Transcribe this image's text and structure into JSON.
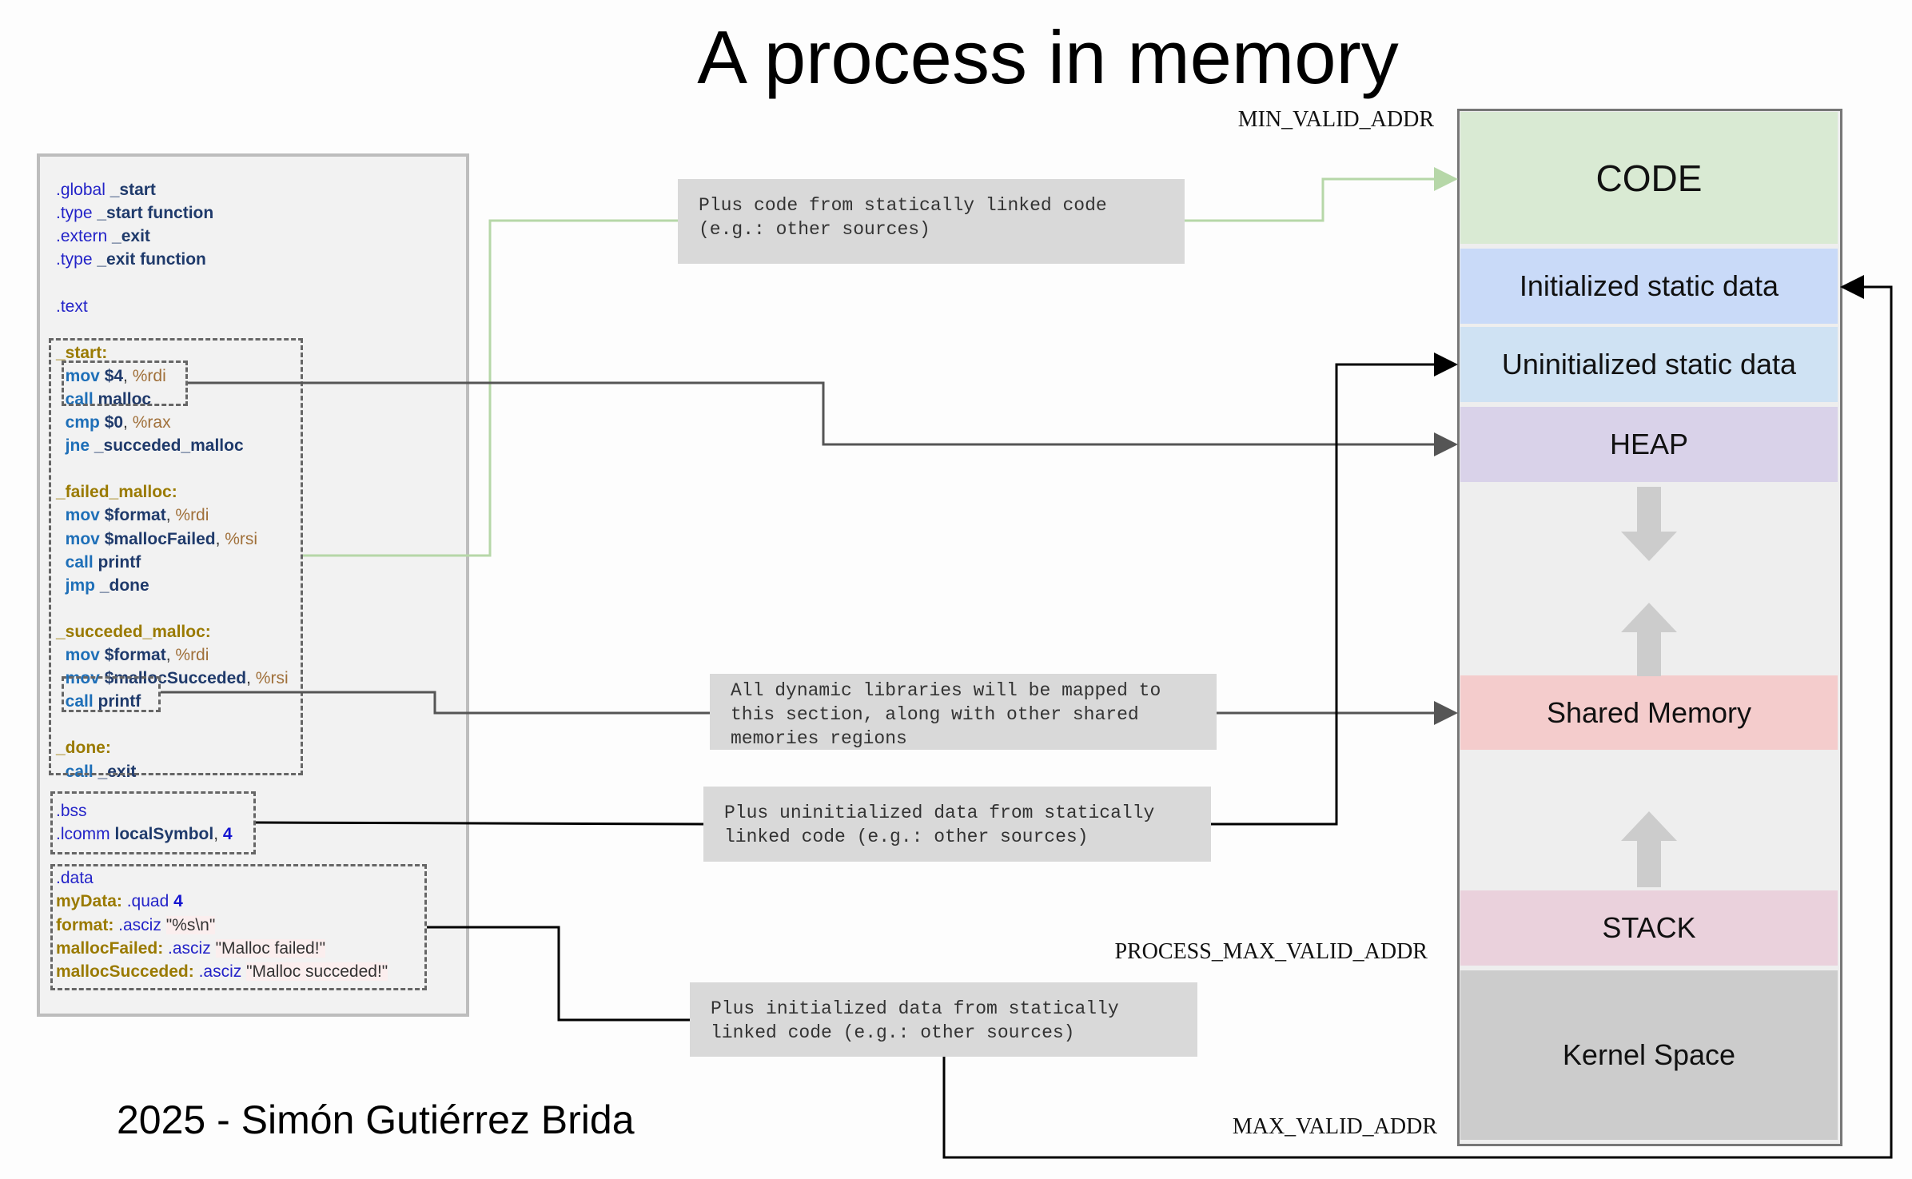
{
  "title": "A process in memory",
  "footer": "2025 - Simón Gutiérrez Brida",
  "code": [
    [
      [
        "dir",
        ".global "
      ],
      [
        "sym",
        "_start"
      ]
    ],
    [
      [
        "dir",
        ".type "
      ],
      [
        "sym",
        "_start function"
      ]
    ],
    [
      [
        "dir",
        ".extern "
      ],
      [
        "sym",
        "_exit"
      ]
    ],
    [
      [
        "dir",
        ".type "
      ],
      [
        "sym",
        "_exit function"
      ]
    ],
    [
      [
        "dir",
        ".text"
      ]
    ],
    [
      [
        "lbl",
        "_start:"
      ]
    ],
    [
      [
        "plain",
        "  "
      ],
      [
        "ins",
        "mov "
      ],
      [
        "sym",
        "$4"
      ],
      [
        "plain",
        ", "
      ],
      [
        "reg",
        "%rdi"
      ]
    ],
    [
      [
        "plain",
        "  "
      ],
      [
        "ins",
        "call "
      ],
      [
        "sym",
        "malloc"
      ]
    ],
    [
      [
        "plain",
        "  "
      ],
      [
        "ins",
        "cmp "
      ],
      [
        "sym",
        "$0"
      ],
      [
        "plain",
        ", "
      ],
      [
        "reg",
        "%rax"
      ]
    ],
    [
      [
        "plain",
        "  "
      ],
      [
        "ins",
        "jne "
      ],
      [
        "sym",
        "_succeded_malloc"
      ]
    ],
    [
      [
        "lbl",
        "_failed_malloc:"
      ]
    ],
    [
      [
        "plain",
        "  "
      ],
      [
        "ins",
        "mov "
      ],
      [
        "sym",
        "$format"
      ],
      [
        "plain",
        ", "
      ],
      [
        "reg",
        "%rdi"
      ]
    ],
    [
      [
        "plain",
        "  "
      ],
      [
        "ins",
        "mov "
      ],
      [
        "sym",
        "$mallocFailed"
      ],
      [
        "plain",
        ", "
      ],
      [
        "reg",
        "%rsi"
      ]
    ],
    [
      [
        "plain",
        "  "
      ],
      [
        "ins",
        "call "
      ],
      [
        "sym",
        "printf"
      ]
    ],
    [
      [
        "plain",
        "  "
      ],
      [
        "ins",
        "jmp "
      ],
      [
        "sym",
        "_done"
      ]
    ],
    [
      [
        "lbl",
        "_succeded_malloc:"
      ]
    ],
    [
      [
        "plain",
        "  "
      ],
      [
        "ins",
        "mov "
      ],
      [
        "sym",
        "$format"
      ],
      [
        "plain",
        ", "
      ],
      [
        "reg",
        "%rdi"
      ]
    ],
    [
      [
        "plain",
        "  "
      ],
      [
        "ins",
        "mov "
      ],
      [
        "sym",
        "$mallocSucceded"
      ],
      [
        "plain",
        ", "
      ],
      [
        "reg",
        "%rsi"
      ]
    ],
    [
      [
        "plain",
        "  "
      ],
      [
        "ins",
        "call "
      ],
      [
        "sym",
        "printf"
      ]
    ],
    [
      [
        "lbl",
        "_done:"
      ]
    ],
    [
      [
        "plain",
        "  "
      ],
      [
        "ins",
        "call "
      ],
      [
        "sym",
        "_exit"
      ]
    ],
    [
      [
        "dir",
        ".bss"
      ]
    ],
    [
      [
        "dir",
        ".lcomm "
      ],
      [
        "sym",
        "localSymbol"
      ],
      [
        "plain",
        ", "
      ],
      [
        "num",
        "4"
      ]
    ],
    [
      [
        "dir",
        ".data"
      ]
    ],
    [
      [
        "lbl",
        "myData: "
      ],
      [
        "dir",
        ".quad "
      ],
      [
        "num",
        "4"
      ]
    ],
    [
      [
        "lbl",
        "format: "
      ],
      [
        "dir",
        ".asciz "
      ],
      [
        "str",
        "\"%s\\n\""
      ]
    ],
    [
      [
        "lbl",
        "mallocFailed: "
      ],
      [
        "dir",
        ".asciz "
      ],
      [
        "str",
        "\"Malloc failed!\""
      ]
    ],
    [
      [
        "lbl",
        "mallocSucceded: "
      ],
      [
        "dir",
        ".asciz "
      ],
      [
        "str",
        "\"Malloc succeded!\""
      ]
    ]
  ],
  "memory": {
    "segments": [
      {
        "label": "CODE",
        "color": "#d9ead3"
      },
      {
        "label": "Initialized static data",
        "color": "#c9daf8"
      },
      {
        "label": "Uninitialized static data",
        "color": "#cfe2f3"
      },
      {
        "label": "HEAP",
        "color": "#d9d2e9"
      },
      {
        "label": "Shared Memory",
        "color": "#f4cccc"
      },
      {
        "label": "STACK",
        "color": "#ead1dc"
      },
      {
        "label": "Kernel Space",
        "color": "#cccccc"
      }
    ],
    "addresses": {
      "min": "MIN_VALID_ADDR",
      "process_max": "PROCESS_MAX_VALID_ADDR",
      "max": "MAX_VALID_ADDR"
    },
    "growth_arrows": [
      "heap-grows-down",
      "shared-grows-up",
      "stack-grows-up"
    ]
  },
  "notes": {
    "code": "Plus code from statically linked code\n(e.g.: other sources)",
    "shared": "All dynamic libraries will be mapped to\nthis section, along with other shared\nmemories regions",
    "bss": "Plus uninitialized data from statically\nlinked code (e.g.: other sources)",
    "data": "Plus initialized data from statically\nlinked code (e.g.: other sources)"
  },
  "colors": {
    "code_link": "#b6d7a8",
    "link": "#555555",
    "link_dark": "#000000",
    "note_bg": "#d9d9d9",
    "growth_arrow": "#cccccc"
  }
}
